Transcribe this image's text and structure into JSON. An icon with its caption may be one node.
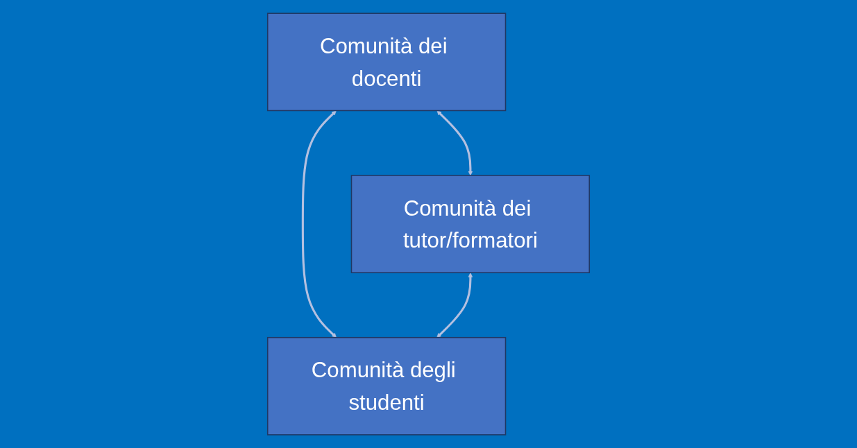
{
  "diagram": {
    "nodes": [
      {
        "text": [
          "Comunità dei docenti"
        ]
      },
      {
        "text": [
          "Comunità dei tutor/formatori"
        ]
      },
      {
        "text": [
          "Comunità degli studenti"
        ]
      }
    ],
    "edges": [
      {
        "from": 1,
        "to": 0,
        "arrow": "both"
      },
      {
        "from": 0,
        "to": 2,
        "arrow": "both"
      },
      {
        "from": 1,
        "to": 2,
        "arrow": "both"
      }
    ]
  }
}
